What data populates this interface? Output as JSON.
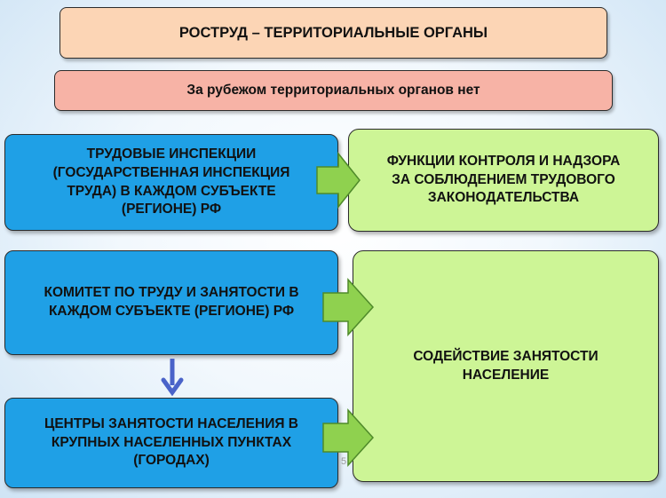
{
  "title": "РОСТРУД – ТЕРРИТОРИАЛЬНЫЕ ОРГАНЫ",
  "subtitle": "За рубежом территориальных органов нет",
  "left_boxes": [
    {
      "lines": [
        "ТРУДОВЫЕ ИНСПЕКЦИИ",
        "(ГОСУДАРСТВЕННАЯ ИНСПЕКЦИЯ",
        "ТРУДА) В КАЖДОМ СУБЪЕКТЕ",
        "(РЕГИОНЕ) РФ"
      ]
    },
    {
      "lines": [
        "КОМИТЕТ ПО ТРУДУ И ЗАНЯТОСТИ В",
        "КАЖДОМ СУБЪЕКТЕ (РЕГИОНЕ) РФ"
      ]
    },
    {
      "lines": [
        "ЦЕНТРЫ ЗАНЯТОСТИ НАСЕЛЕНИЯ В",
        "КРУПНЫХ НАСЕЛЕННЫХ ПУНКТАХ",
        "(ГОРОДАХ)"
      ]
    }
  ],
  "right_boxes": [
    {
      "lines": [
        "ФУНКЦИИ КОНТРОЛЯ И НАДЗОРА",
        "ЗА СОБЛЮДЕНИЕМ ТРУДОВОГО",
        "ЗАКОНОДАТЕЛЬСТВА"
      ]
    },
    {
      "lines": [
        "СОДЕЙСТВИЕ ЗАНЯТОСТИ",
        "НАСЕЛЕНИЕ"
      ]
    }
  ],
  "page_number": "5",
  "colors": {
    "title_bg": "#fcd5b5",
    "subtitle_bg": "#f7b3a6",
    "blue_box": "#1fa0e6",
    "green_box": "#cdf596",
    "arrow_green": "#8fd14f",
    "arrow_blue": "#4a63c9"
  }
}
